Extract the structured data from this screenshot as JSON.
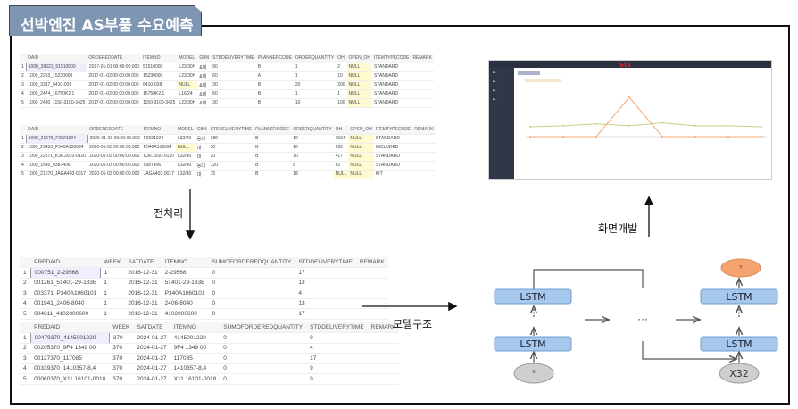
{
  "title": "선박엔진 AS부품 수요예측",
  "steps": {
    "preprocess": "전처리",
    "model": "모델구조",
    "screen": "화면개발"
  },
  "raw_table_1": {
    "headers": [
      "",
      "DAID",
      "ORDEREDDATE",
      "ITEMNO",
      "MODEL",
      "GBN",
      "STDDELIVERYTIME",
      "PLANNERCODE",
      "ORDERQUANTITY",
      "OH",
      "OPEN_OH",
      "ITEMTYPECODE",
      "REMARK"
    ],
    "rows": [
      [
        "1",
        "1000_39621_51510000",
        "2017-01-01 00:00:00.000",
        "51510000",
        "L23/30H",
        "&대",
        "90",
        "B",
        "1",
        "2",
        "NULL",
        "STANDARD",
        ""
      ],
      [
        "2",
        "1000_2253_15230000",
        "2017-01-02 00:00:00.000",
        "15230000",
        "L23/30H",
        "&대",
        "60",
        "A",
        "1",
        "10",
        "NULL",
        "STANDARD",
        ""
      ],
      [
        "3",
        "1000_3317_6410-028",
        "2017-01-02 00:00:00.000",
        "6410-028",
        "NULL",
        "&대",
        "30",
        "B",
        "20",
        "200",
        "NULL",
        "STANDARD",
        ""
      ],
      [
        "4",
        "1000_2474_16750K2.1",
        "2017-01-02 00:00:00.000",
        "16750K2.1",
        "L16/24",
        "&대",
        "60",
        "B",
        "1",
        "1",
        "NULL",
        "STANDARD",
        ""
      ],
      [
        "5",
        "1000_2430_1150-3100-3425",
        "2017-01-02 00:00:00.000",
        "1150-3100-3425",
        "L23/30H",
        "&대",
        "30",
        "B",
        "10",
        "100",
        "NULL",
        "STANDARD",
        ""
      ]
    ]
  },
  "raw_table_2": {
    "headers": [
      "",
      "DAID",
      "ORDEREDDATE",
      "ITEMNO",
      "MODEL",
      "GBN",
      "STDDELIVERYTIME",
      "PLANNERCODE",
      "ORDERQUANTITY",
      "OH",
      "OPEN_OH",
      "ITEMTYPECODE",
      "REMARK"
    ],
    "rows": [
      [
        "1",
        "1000_21676_F0021924",
        "2020-01-03 00:00:00.000",
        "F0021924",
        "L32/40",
        "등대",
        "180",
        "B",
        "10",
        "1534",
        "NULL",
        "STANDARD",
        ""
      ],
      [
        "2",
        "1000_23453_P340A130094",
        "2020-01-03 00:00:00.000",
        "P340A130094",
        "NULL",
        "대",
        "30",
        "B",
        "10",
        "692",
        "NULL",
        "INCLUDED",
        ""
      ],
      [
        "3",
        "1000_22571_K36.2910-0120",
        "2020-01-03 00:00:00.000",
        "K36.2910-0120",
        "L32/40",
        "대",
        "30",
        "B",
        "10",
        "417",
        "NULL",
        "STANDARD",
        ""
      ],
      [
        "4",
        "1000_1545_0387406",
        "2020-01-03 00:00:00.000",
        "0387406",
        "L32/40",
        "등대",
        "120",
        "B",
        "8",
        "62",
        "NULL",
        "STANDARD",
        ""
      ],
      [
        "5",
        "1000_21670_JAGA403-0017",
        "2020-01-03 00:00:00.000",
        "JAGA403-0017",
        "L32/40",
        "대",
        "75",
        "B",
        "18",
        "NULL",
        "NULL",
        "KIT",
        ""
      ]
    ]
  },
  "pred_table_1": {
    "headers": [
      "",
      "PREDAID",
      "WEEK",
      "SATDATE",
      "ITEMNO",
      "SUMOFORDEREDQUANTITY",
      "STDDELIVERYTIME",
      "REMARK"
    ],
    "rows": [
      [
        "1",
        "000751_2-29568",
        "1",
        "2016-12-31",
        "2-29568",
        "0",
        "17",
        ""
      ],
      [
        "2",
        "001261_51401-29-183B",
        "1",
        "2016-12-31",
        "51401-29-183B",
        "0",
        "13",
        ""
      ],
      [
        "3",
        "003371_P340A1060101",
        "1",
        "2016-12-31",
        "P340A1060101",
        "0",
        "4",
        ""
      ],
      [
        "4",
        "001941_2406-8040",
        "1",
        "2016-12-31",
        "2406-8040",
        "0",
        "13",
        ""
      ],
      [
        "5",
        "004611_4102000600",
        "1",
        "2016-12-31",
        "4102000600",
        "0",
        "17",
        ""
      ]
    ]
  },
  "pred_table_2": {
    "headers": [
      "",
      "PREDAID",
      "WEEK",
      "SATDATE",
      "ITEMNO",
      "SUMOFORDEREDQUANTITY",
      "STDDELIVERYTIME",
      "REMARK"
    ],
    "rows": [
      [
        "1",
        "00479370_4145001220",
        "370",
        "2024-01-27",
        "4145001220",
        "0",
        "9",
        ""
      ],
      [
        "2",
        "00205370_9F4 1349 00",
        "370",
        "2024-01-27",
        "9F4 1349 00",
        "0",
        "4",
        ""
      ],
      [
        "3",
        "00127370_117085",
        "370",
        "2024-01-27",
        "117085",
        "0",
        "17",
        ""
      ],
      [
        "4",
        "00339370_1410357-8,4",
        "370",
        "2024-01-27",
        "1410357-8,4",
        "0",
        "9",
        ""
      ],
      [
        "5",
        "00060370_X11.16101-0018",
        "370",
        "2024-01-27",
        "X11.16101-0018",
        "0",
        "9",
        ""
      ]
    ]
  },
  "model": {
    "lstm": "LSTM",
    "dots": "···",
    "input_last": "X32",
    "input_first": "X",
    "output": "Y"
  },
  "screen": {
    "logo": "stx",
    "colors": {
      "forecast": "#f5a872",
      "actual": "#c5d38a"
    },
    "forecast": [
      0,
      0,
      0,
      8,
      0,
      0,
      0,
      0
    ],
    "actual": [
      2,
      2.2,
      2.6,
      2.2,
      2.8,
      2.2,
      2.2,
      2
    ]
  }
}
